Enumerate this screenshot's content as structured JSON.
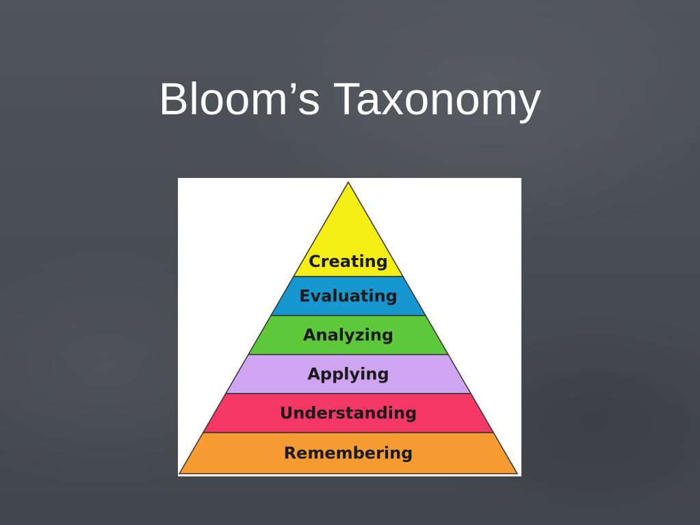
{
  "slide": {
    "title": "Bloom’s Taxonomy"
  },
  "pyramid": {
    "tiers": [
      {
        "label": "Creating",
        "color": "#f5ee15"
      },
      {
        "label": "Evaluating",
        "color": "#1797cf"
      },
      {
        "label": "Analyzing",
        "color": "#5dc93a"
      },
      {
        "label": "Applying",
        "color": "#cfa4f1"
      },
      {
        "label": "Understanding",
        "color": "#f53865"
      },
      {
        "label": "Remembering",
        "color": "#f79c33"
      }
    ]
  }
}
